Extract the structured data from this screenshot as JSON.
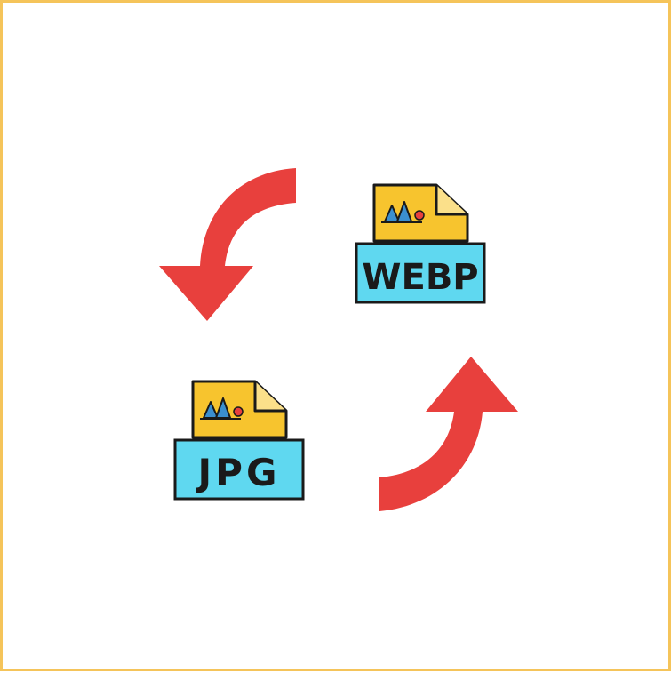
{
  "icons": {
    "webp": {
      "label": "WEBP"
    },
    "jpg": {
      "label": "JPG"
    }
  },
  "colors": {
    "frame_border": "#f5c45a",
    "arrow": "#e8403d",
    "file_body": "#f7c42e",
    "label_box": "#5fd8f0",
    "outline": "#1a1a1a",
    "tree": "#3b8fcf",
    "sun": "#e8403d"
  },
  "arrows": [
    "curved-arrow-left-down",
    "curved-arrow-right-up"
  ]
}
